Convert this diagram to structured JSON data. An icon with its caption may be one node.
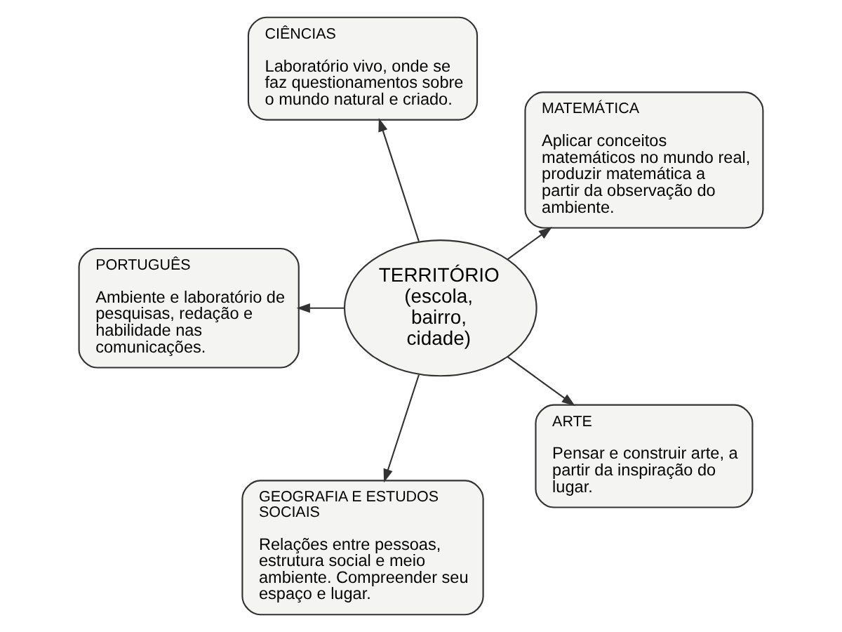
{
  "diagram": {
    "nodes": [
      {
        "text": [
          "MATEMÁTICA",
          "Aplicar conceitos matemáticos no mundo real, produzir matemática a partir da observação do ambiente."
        ]
      },
      {
        "text": [
          "CIÊNCIAS",
          "Laboratório vivo, onde se faz questionamentos sobre o mundo natural e criado."
        ]
      },
      {
        "text": [
          "PORTUGUÊS",
          "Ambiente e laboratório de pesquisas, redação e habilidade nas comunicações."
        ]
      },
      {
        "text": [
          "TERRITÓRIO",
          "(escola, bairro, cidade)"
        ]
      },
      {
        "text": [
          "GEOGRAFIA E ESTUDOS SOCIAIS",
          "Relações entre pessoas, estrutura social e meio ambiente. Compreender seu espaço e lugar."
        ]
      },
      {
        "text": [
          "ARTE",
          "Pensar e construir arte, a partir da inspiração do lugar."
        ]
      }
    ],
    "edges": [
      {
        "from": 3,
        "to": 0,
        "arrow": "to"
      },
      {
        "from": 3,
        "to": 1,
        "arrow": "to"
      },
      {
        "from": 3,
        "to": 2,
        "arrow": "to"
      },
      {
        "from": 3,
        "to": 4,
        "arrow": "to"
      },
      {
        "from": 3,
        "to": 5,
        "arrow": "to"
      }
    ]
  }
}
